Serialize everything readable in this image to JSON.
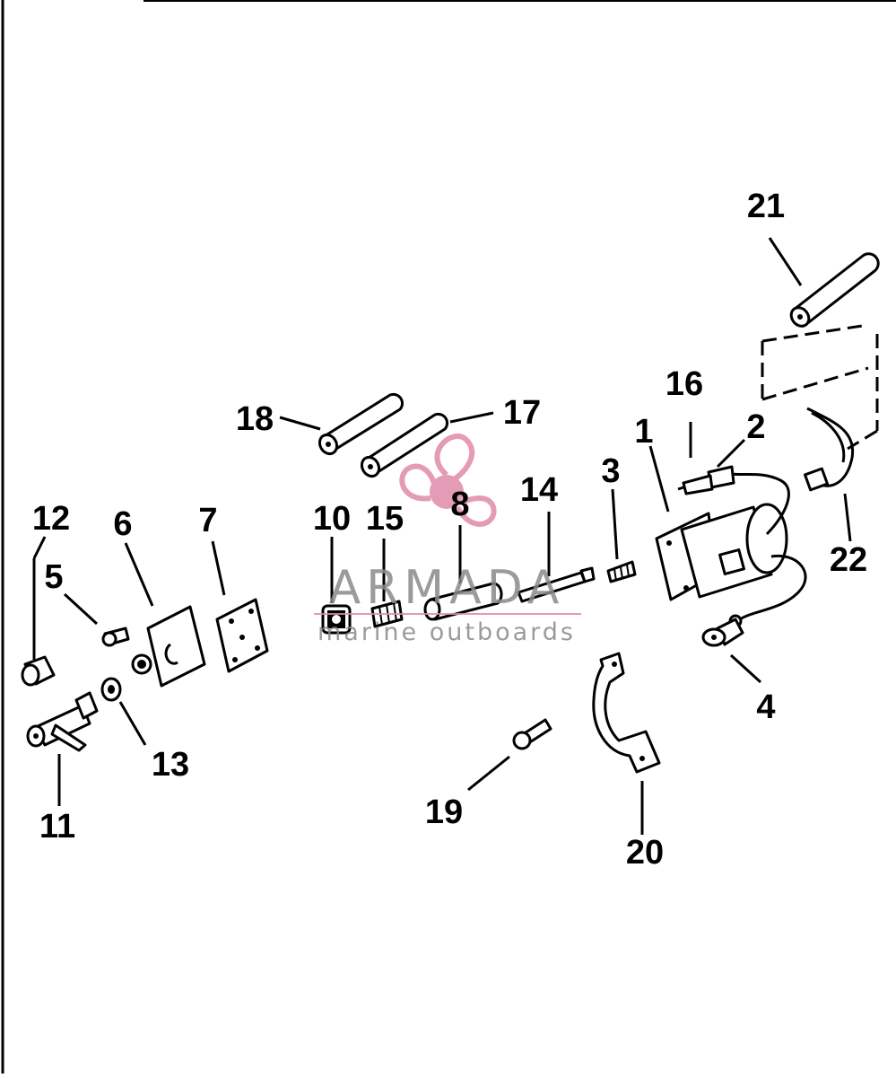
{
  "diagram": {
    "callouts": [
      {
        "id": "1",
        "label": "1"
      },
      {
        "id": "2",
        "label": "2"
      },
      {
        "id": "3",
        "label": "3"
      },
      {
        "id": "4",
        "label": "4"
      },
      {
        "id": "5",
        "label": "5"
      },
      {
        "id": "6",
        "label": "6"
      },
      {
        "id": "7",
        "label": "7"
      },
      {
        "id": "8",
        "label": "8"
      },
      {
        "id": "10",
        "label": "10"
      },
      {
        "id": "11",
        "label": "11"
      },
      {
        "id": "12",
        "label": "12"
      },
      {
        "id": "13",
        "label": "13"
      },
      {
        "id": "14",
        "label": "14"
      },
      {
        "id": "15",
        "label": "15"
      },
      {
        "id": "16",
        "label": "16"
      },
      {
        "id": "17",
        "label": "17"
      },
      {
        "id": "18",
        "label": "18"
      },
      {
        "id": "19",
        "label": "19"
      },
      {
        "id": "20",
        "label": "20"
      },
      {
        "id": "21",
        "label": "21"
      },
      {
        "id": "22",
        "label": "22"
      }
    ]
  },
  "watermark": {
    "brand": "ARMADA",
    "tagline": "marine outboards",
    "accent_color": "#e08aaa",
    "icon": "propeller-icon"
  }
}
